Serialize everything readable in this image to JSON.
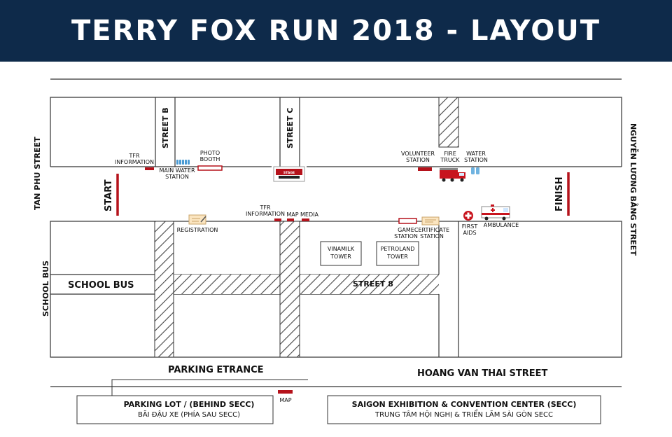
{
  "title": "TERRY FOX RUN 2018 - LAYOUT",
  "streets": {
    "tan_phu": "TAN PHU STREET",
    "nguyen_luong_bang": "NGUYỄN LƯƠNG BẰNG STREET",
    "street_b": "STREET B",
    "street_c": "STREET C",
    "street_8": "STREET 8",
    "school_bus_side": "SCHOOL BUS",
    "school_bus_lane": "SCHOOL BUS",
    "hoang_van_thai": "HOANG VAN THAI STREET",
    "parking_entrance": "PARKING ETRANCE"
  },
  "points": {
    "start": "START",
    "finish": "FINISH",
    "tfr_info_1": [
      "TFR",
      "INFORMATION"
    ],
    "main_water": [
      "MAIN WATER",
      "STATION"
    ],
    "photo_booth": [
      "PHOTO",
      "BOOTH"
    ],
    "stage": "STAGE",
    "volunteer": [
      "VOLUNTEER",
      "STATION"
    ],
    "fire_truck": [
      "FIRE",
      "TRUCK"
    ],
    "water_station": [
      "WATER",
      "STATION"
    ],
    "registration": "REGISTRATION",
    "tfr_info_2": [
      "TFR",
      "INFORMATION"
    ],
    "map": "MAP",
    "media": "MEDIA",
    "game_station": [
      "GAME",
      "STATION"
    ],
    "certificate_station": [
      "CERTIFICATE",
      "STATION"
    ],
    "first_aids": [
      "FIRST",
      "AIDS"
    ],
    "ambulance": "AMBULANCE",
    "map_bottom": "MAP"
  },
  "buildings": {
    "vinamilk": [
      "VINAMILK",
      "TOWER"
    ],
    "petroland": [
      "PETROLAND",
      "TOWER"
    ]
  },
  "legend_boxes": {
    "parking_title": "PARKING LOT / (BEHIND SECC)",
    "parking_sub": "BÃI ĐẬU XE (PHÍA SAU SECC)",
    "secc_title": "SAIGON EXHIBITION & CONVENTION CENTER (SECC)",
    "secc_sub": "TRUNG TÂM HỘI NGHỊ & TRIỂN LÃM SÀI GÒN SECC"
  },
  "colors": {
    "header": "#0e2a4a",
    "marker": "#b5121b"
  }
}
